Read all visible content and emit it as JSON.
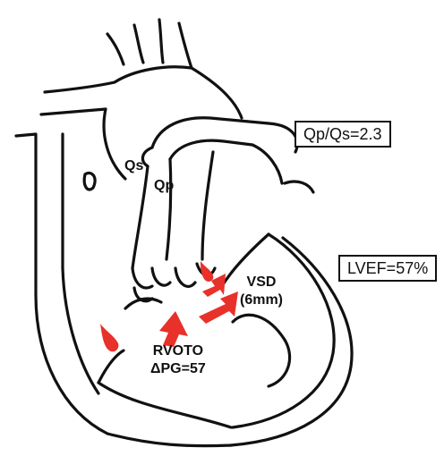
{
  "labels": {
    "qp_qs": "Qp/Qs=2.3",
    "lvef": "LVEF=57%",
    "qs": "Qs",
    "qp": "Qp",
    "vsd_line1": "VSD",
    "vsd_line2": "(6mm)",
    "rvoto_line1": "RVOTO",
    "rvoto_line2": "ΔPG=57"
  },
  "colors": {
    "outline": "#111111",
    "flow_arrow": "#e8312a",
    "background": "#ffffff"
  }
}
